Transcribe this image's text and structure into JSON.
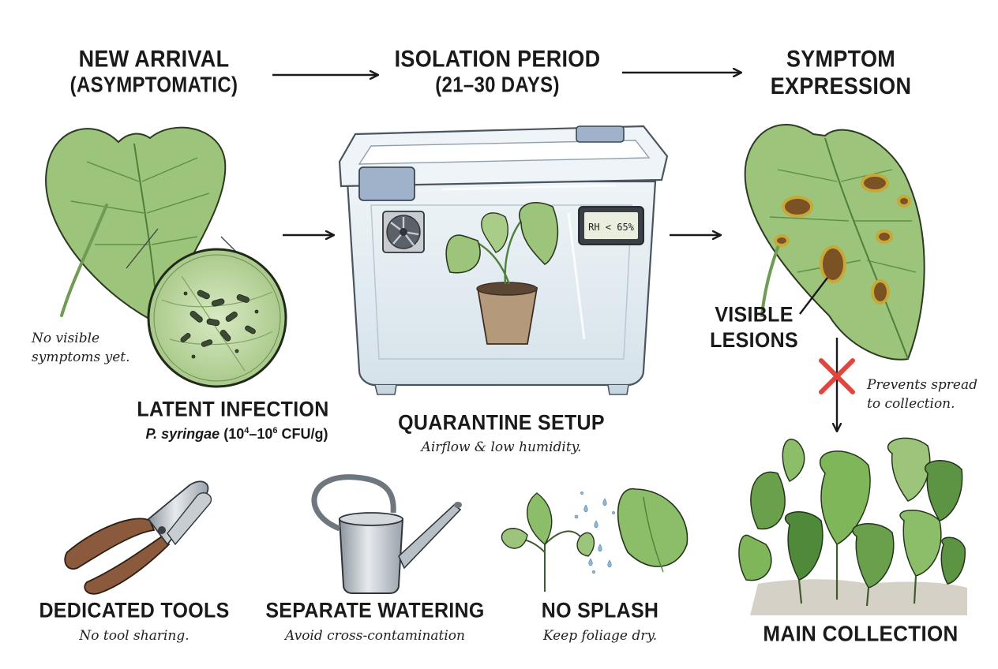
{
  "stages": [
    {
      "title_line1": "NEW ARRIVAL",
      "title_line2": "(ASYMPTOMATIC)"
    },
    {
      "title_line1": "ISOLATION PERIOD",
      "title_line2": "(21–30 DAYS)"
    },
    {
      "title_line1": "SYMPTOM",
      "title_line2": "EXPRESSION"
    }
  ],
  "left_note_line1": "No visible",
  "left_note_line2": "symptoms yet.",
  "latent": {
    "title": "LATENT INFECTION",
    "pathogen": "P. syringae",
    "range_open": "(10",
    "exp_low": "4",
    "range_dash": "–10",
    "exp_high": "6",
    "unit": " CFU/g)"
  },
  "quarantine": {
    "title": "QUARANTINE SETUP",
    "note": "Airflow & low humidity.",
    "sensor_label": "RH < 65%"
  },
  "lesions": {
    "line1": "VISIBLE",
    "line2": "LESIONS"
  },
  "spread_note_line1": "Prevents spread",
  "spread_note_line2": "to collection.",
  "practices": [
    {
      "title": "DEDICATED TOOLS",
      "note": "No tool sharing."
    },
    {
      "title": "SEPARATE WATERING",
      "note": "Avoid cross-contamination"
    },
    {
      "title": "NO SPLASH",
      "note": "Keep foliage dry."
    }
  ],
  "collection_label": "MAIN COLLECTION",
  "colors": {
    "leaf": "#9cc47a",
    "leaf_dark": "#4f7f3a",
    "lesion": "#7a5224",
    "lesion_halo": "#c7a93a",
    "cross": "#e0463e",
    "plastic": "#dfe9ef",
    "clip": "#9fb2c9"
  },
  "icons": [
    "arrow-icon",
    "leaf-icon",
    "magnifier-icon",
    "bacteria-icon",
    "container-icon",
    "fan-icon",
    "humidity-sensor-icon",
    "potted-plant-icon",
    "cross-icon",
    "pruning-shears-icon",
    "watering-can-icon",
    "water-splash-icon",
    "plant-collection-icon"
  ]
}
